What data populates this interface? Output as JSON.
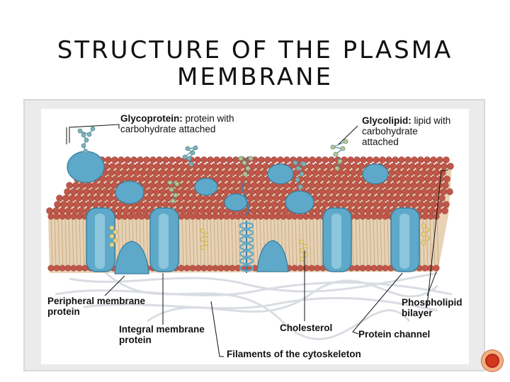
{
  "title": {
    "line1": "STRUCTURE OF THE PLASMA",
    "line2": "MEMBRANE"
  },
  "labels": {
    "glycoprotein_term": "Glycoprotein:",
    "glycoprotein_def1": " protein with",
    "glycoprotein_def2": "carbohydrate attached",
    "glycolipid_term": "Glycolipid:",
    "glycolipid_def1": " lipid with",
    "glycolipid_def2": "carbohydrate",
    "glycolipid_def3": "attached",
    "peripheral1": "Peripheral membrane",
    "peripheral2": "protein",
    "integral1": "Integral membrane",
    "integral2": "protein",
    "cholesterol": "Cholesterol",
    "protein_channel": "Protein channel",
    "phospholipid1": "Phospholipid",
    "phospholipid2": "bilayer",
    "filaments": "Filaments of the cytoskeleton"
  },
  "colors": {
    "lipid_head": "#c0574a",
    "protein": "#5ea9c9",
    "carbohydrate": "#7fb0b8",
    "glycolipid_sugar": "#b8c48a",
    "cholesterol": "#e8d48a"
  },
  "nav": {
    "icon": "circle-button-icon"
  }
}
